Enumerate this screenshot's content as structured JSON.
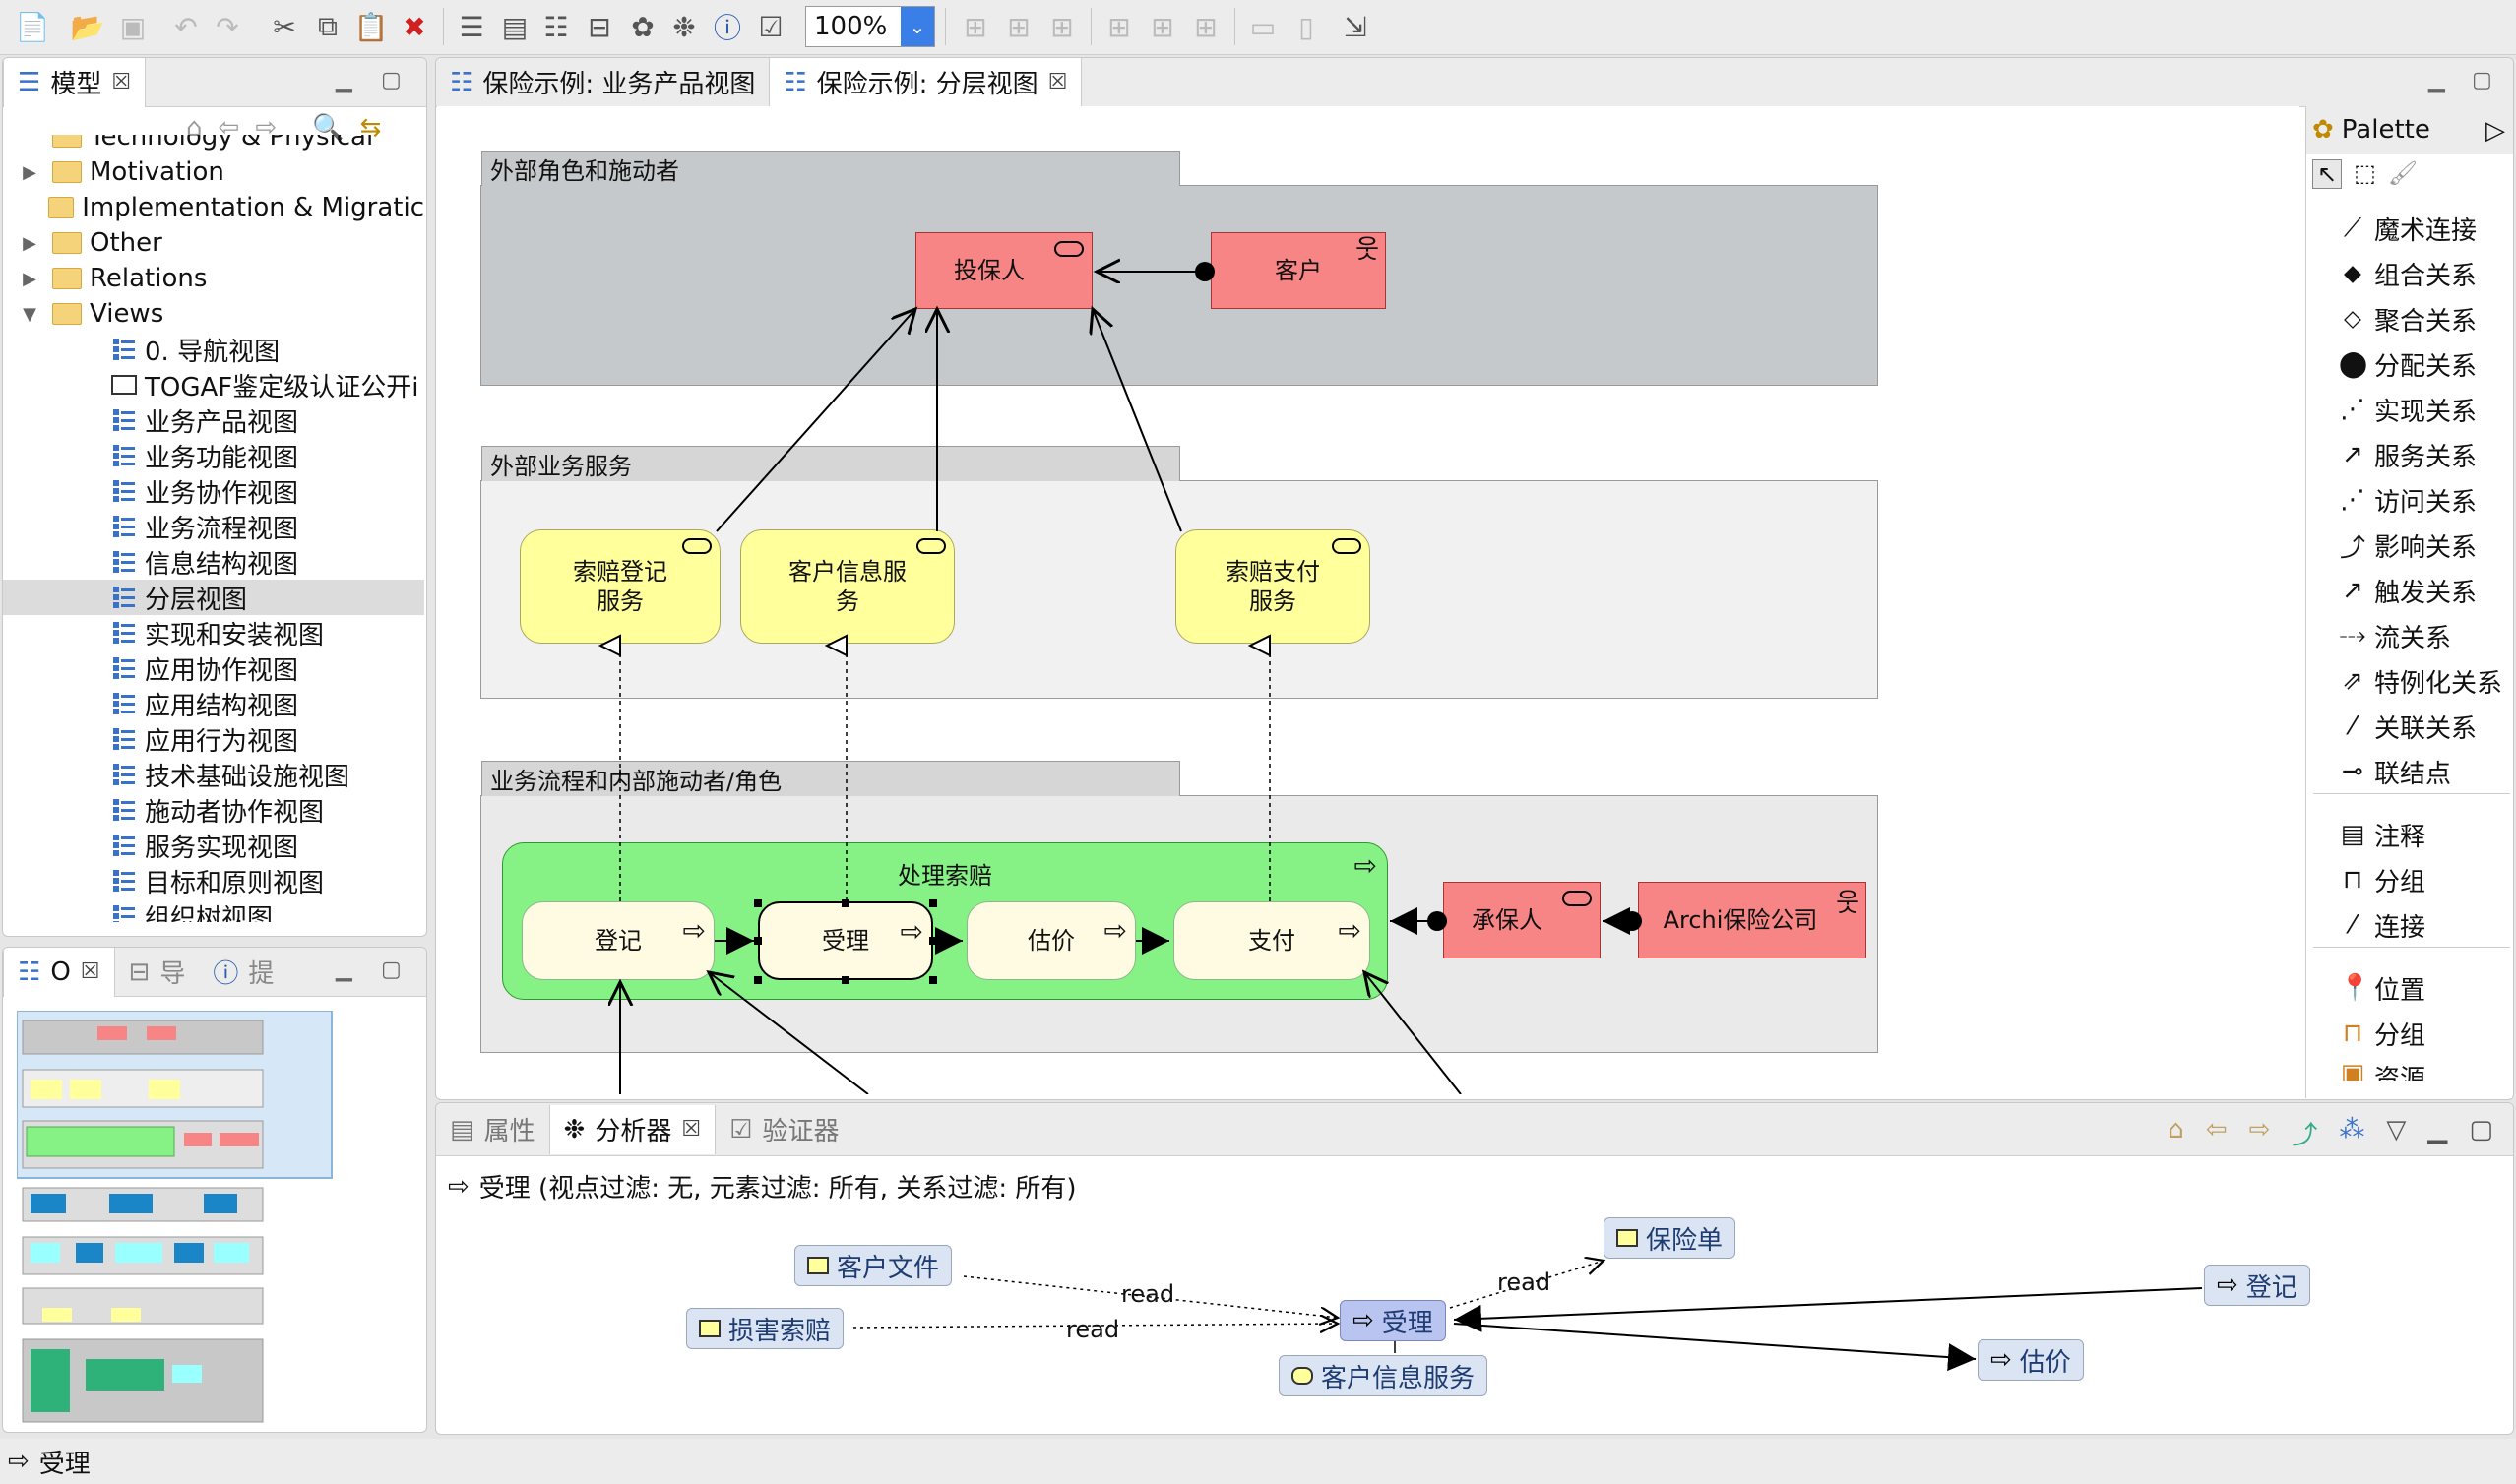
{
  "toolbar": {
    "zoom": "100%"
  },
  "model_panel": {
    "title": "模型",
    "items": [
      {
        "label": "Technology & Physical",
        "type": "folder"
      },
      {
        "label": "Motivation",
        "type": "folder"
      },
      {
        "label": "Implementation & Migratic",
        "type": "folder"
      },
      {
        "label": "Other",
        "type": "folder"
      },
      {
        "label": "Relations",
        "type": "folder"
      },
      {
        "label": "Views",
        "type": "folder-open"
      },
      {
        "label": "0. 导航视图",
        "type": "view"
      },
      {
        "label": "TOGAF鉴定级认证公开i",
        "type": "canvas"
      },
      {
        "label": "业务产品视图",
        "type": "view"
      },
      {
        "label": "业务功能视图",
        "type": "view"
      },
      {
        "label": "业务协作视图",
        "type": "view"
      },
      {
        "label": "业务流程视图",
        "type": "view"
      },
      {
        "label": "信息结构视图",
        "type": "view"
      },
      {
        "label": "分层视图",
        "type": "view",
        "selected": true
      },
      {
        "label": "实现和安装视图",
        "type": "view"
      },
      {
        "label": "应用协作视图",
        "type": "view"
      },
      {
        "label": "应用结构视图",
        "type": "view"
      },
      {
        "label": "应用行为视图",
        "type": "view"
      },
      {
        "label": "技术基础设施视图",
        "type": "view"
      },
      {
        "label": "施动者协作视图",
        "type": "view"
      },
      {
        "label": "服务实现视图",
        "type": "view"
      },
      {
        "label": "目标和原则视图",
        "type": "view"
      },
      {
        "label": "组织树视图",
        "type": "view"
      }
    ]
  },
  "outline_panel": {
    "tabs": [
      "O",
      "导",
      "提"
    ]
  },
  "editor": {
    "tabs": [
      "保险示例: 业务产品视图",
      "保险示例: 分层视图"
    ],
    "groups": {
      "external_roles": "外部角色和施动者",
      "external_services": "外部业务服务",
      "processes": "业务流程和内部施动者/角色"
    },
    "elements": {
      "policyholder": "投保人",
      "customer": "客户",
      "claim_reg_service": "索赔登记服务",
      "customer_info_service": "客户信息服务",
      "claim_pay_service": "索赔支付服务",
      "handle_claim": "处理索赔",
      "register": "登记",
      "accept": "受理",
      "valuate": "估价",
      "pay": "支付",
      "insurer": "承保人",
      "company": "Archi保险公司"
    }
  },
  "palette": {
    "title": "Palette",
    "items": [
      "魔术连接",
      "组合关系",
      "聚合关系",
      "分配关系",
      "实现关系",
      "服务关系",
      "访问关系",
      "影响关系",
      "触发关系",
      "流关系",
      "特例化关系",
      "关联关系",
      "联结点"
    ],
    "extras": [
      "注释",
      "分组",
      "连接"
    ],
    "more": [
      "位置",
      "分组",
      "资源"
    ]
  },
  "bottom_panel": {
    "tabs": [
      "属性",
      "分析器",
      "验证器"
    ],
    "summary": "受理 (视点过滤: 无, 元素过滤: 所有, 关系过滤: 所有)",
    "nodes": {
      "customer_file": "客户文件",
      "damage_claim": "损害索赔",
      "accept": "受理",
      "customer_info_service": "客户信息服务",
      "policy": "保险单",
      "register": "登记",
      "valuate": "估价"
    },
    "edge_labels": {
      "read1": "read",
      "read2": "read",
      "read3": "read"
    }
  },
  "status_bar": {
    "text": "受理"
  }
}
